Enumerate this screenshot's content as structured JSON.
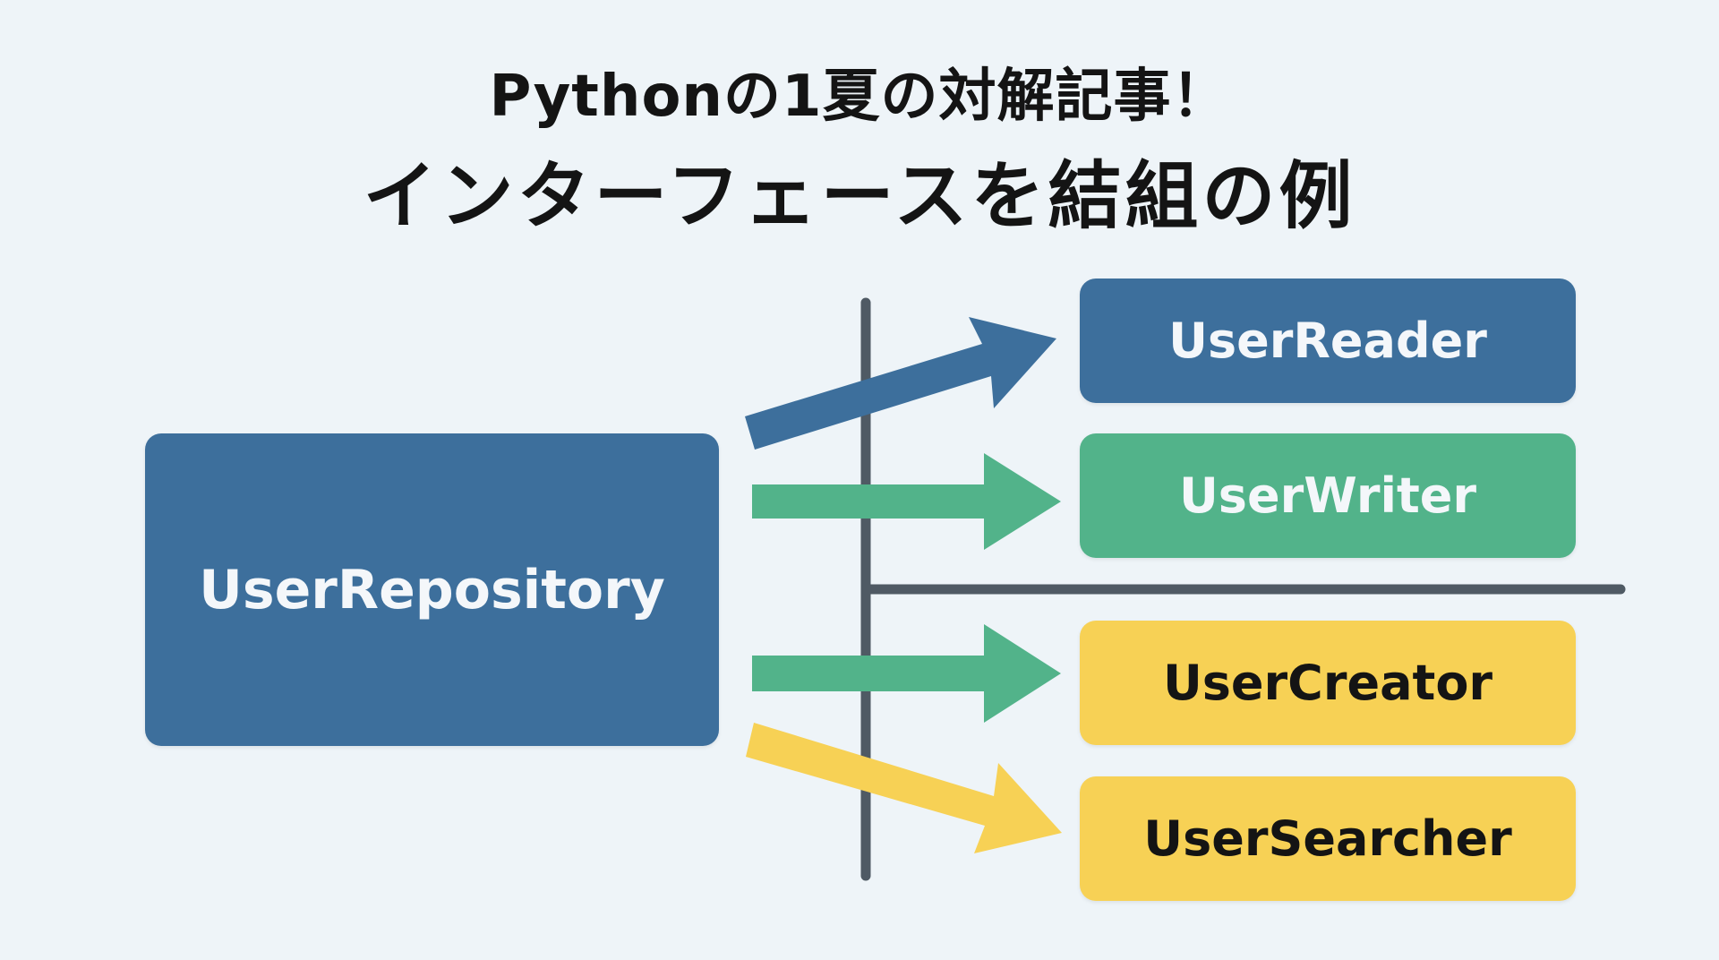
{
  "title": {
    "line1": "Pythonの1夏の対解記事！",
    "line2": "インターフェースを結組の例"
  },
  "source": {
    "label": "UserRepository",
    "color": "#3d6f9c"
  },
  "interfaces": [
    {
      "label": "UserReader",
      "color": "#3d6f9c",
      "arrow_color": "#3d6f9c"
    },
    {
      "label": "UserWriter",
      "color": "#52b38a",
      "arrow_color": "#52b38a"
    },
    {
      "label": "UserCreator",
      "color": "#f7d155",
      "arrow_color": "#52b38a"
    },
    {
      "label": "UserSearcher",
      "color": "#f7d155",
      "arrow_color": "#f7d155"
    }
  ],
  "colors": {
    "background": "#eef4f8",
    "divider": "#4f5a64",
    "text_dark": "#141414",
    "text_light": "#f4f7fa"
  }
}
